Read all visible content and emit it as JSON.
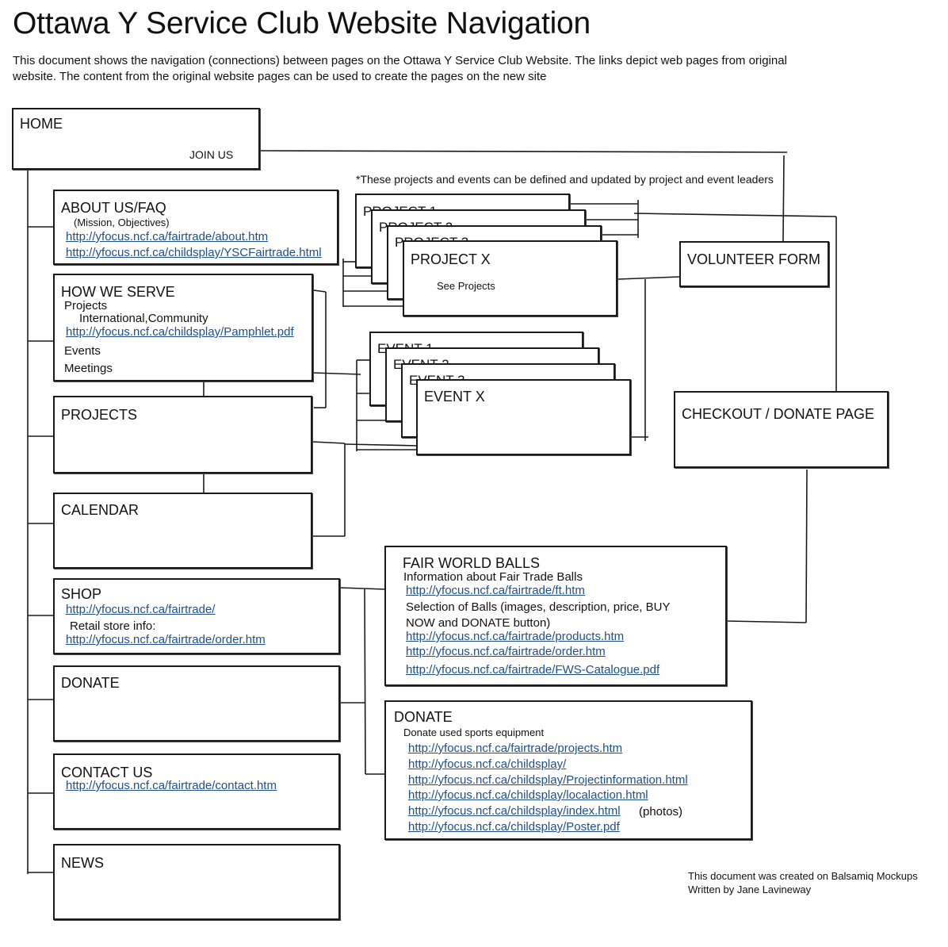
{
  "title": "Ottawa Y Service Club Website Navigation",
  "intro": "This document shows the navigation (connections) between pages on the Ottawa Y Service Club Website.  The links depict web pages from original website.  The content from the original website pages can be used to create the pages on the new site",
  "note": "*These projects and events can be defined and updated by project and event leaders",
  "home": {
    "title": "HOME",
    "join": "JOIN US"
  },
  "about": {
    "title": "ABOUT US/FAQ",
    "sub": "(Mission, Objectives)",
    "links": [
      "http://yfocus.ncf.ca/fairtrade/about.htm",
      "http://yfocus.ncf.ca/childsplay/YSCFairtrade.html"
    ]
  },
  "serve": {
    "title": "HOW WE SERVE",
    "projects": "Projects",
    "intl": "International,Community",
    "link": "http://yfocus.ncf.ca/childsplay/Pamphlet.pdf",
    "events": "Events",
    "meetings": "Meetings"
  },
  "projects_box": {
    "title": "PROJECTS"
  },
  "calendar": {
    "title": "CALENDAR"
  },
  "shop": {
    "title": "SHOP",
    "link1": "http://yfocus.ncf.ca/fairtrade/",
    "retail": "Retail store info:",
    "link2": "http://yfocus.ncf.ca/fairtrade/order.htm"
  },
  "donate_left": {
    "title": "DONATE"
  },
  "contact": {
    "title": "CONTACT US",
    "link": "http://yfocus.ncf.ca/fairtrade/contact.htm"
  },
  "news": {
    "title": "NEWS"
  },
  "project_stack": {
    "p1": "PROJECT 1",
    "p2": "PROJECT 2",
    "p3": "PROJECT 3",
    "px": "PROJECT X",
    "see": "See Projects"
  },
  "event_stack": {
    "e1": "EVENT 1",
    "e2": "EVENT 2",
    "e3": "EVENT 3",
    "ex": "EVENT X"
  },
  "volunteer": {
    "title": "VOLUNTEER FORM"
  },
  "checkout": {
    "title": "CHECKOUT / DONATE PAGE"
  },
  "fair": {
    "title": "FAIR WORLD BALLS",
    "info": "Information about Fair Trade Balls",
    "link1": "http://yfocus.ncf.ca/fairtrade/ft.htm",
    "sel1": "Selection of Balls (images, description, price, BUY",
    "sel2": "NOW and DONATE button)",
    "link2": "http://yfocus.ncf.ca/fairtrade/products.htm",
    "link3": "http://yfocus.ncf.ca/fairtrade/order.htm",
    "link4": "http://yfocus.ncf.ca/fairtrade/FWS-Catalogue.pdf"
  },
  "donate_right": {
    "title": "DONATE",
    "sub": "Donate used sports equipment",
    "links": [
      "http://yfocus.ncf.ca/fairtrade/projects.htm",
      "http://yfocus.ncf.ca/childsplay/",
      "http://yfocus.ncf.ca/childsplay/Projectinformation.html",
      "http://yfocus.ncf.ca/childsplay/localaction.html",
      "http://yfocus.ncf.ca/childsplay/index.html",
      "http://yfocus.ncf.ca/childsplay/Poster.pdf"
    ],
    "photos": "(photos)"
  },
  "footer": {
    "line1": "This document was created on Balsamiq Mockups",
    "line2": "Written by Jane Lavineway"
  }
}
